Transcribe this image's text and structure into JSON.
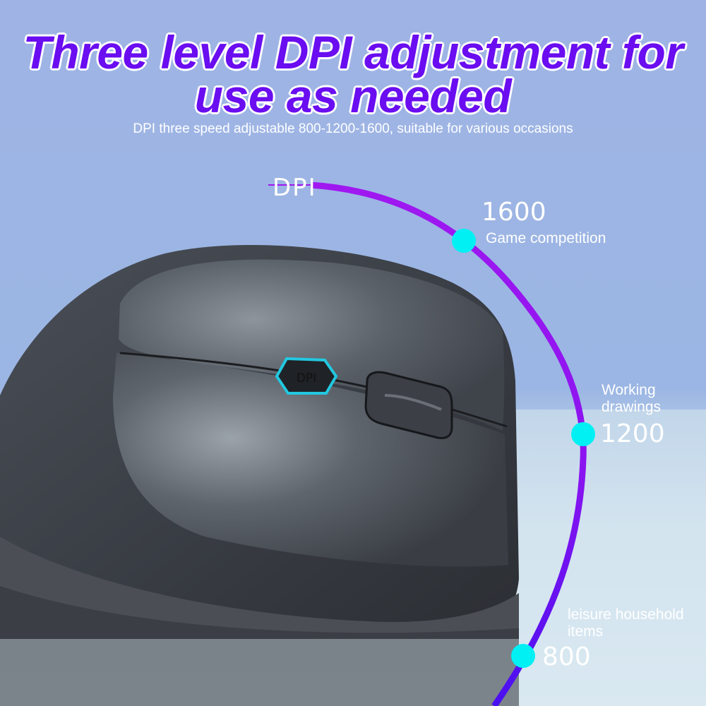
{
  "headline": {
    "line1": "Three level DPI adjustment for",
    "line2": "use as needed",
    "subtitle": "DPI three speed adjustable 800-1200-1600, suitable for various occasions"
  },
  "dial": {
    "label": "DPI",
    "levels": [
      {
        "value": "1600",
        "description": "Game competition"
      },
      {
        "value": "1200",
        "description_line1": "Working",
        "description_line2": "drawings"
      },
      {
        "value": "800",
        "description_line1": "leisure household",
        "description_line2": "items"
      }
    ]
  },
  "mouse": {
    "button_label": "DPI"
  },
  "colors": {
    "title": "#6a0df0",
    "arc": "#9a12f0",
    "arc_bottom": "#5a10f0",
    "dot": "#00f0f4",
    "dpi_button_glow": "#22c8e0"
  }
}
